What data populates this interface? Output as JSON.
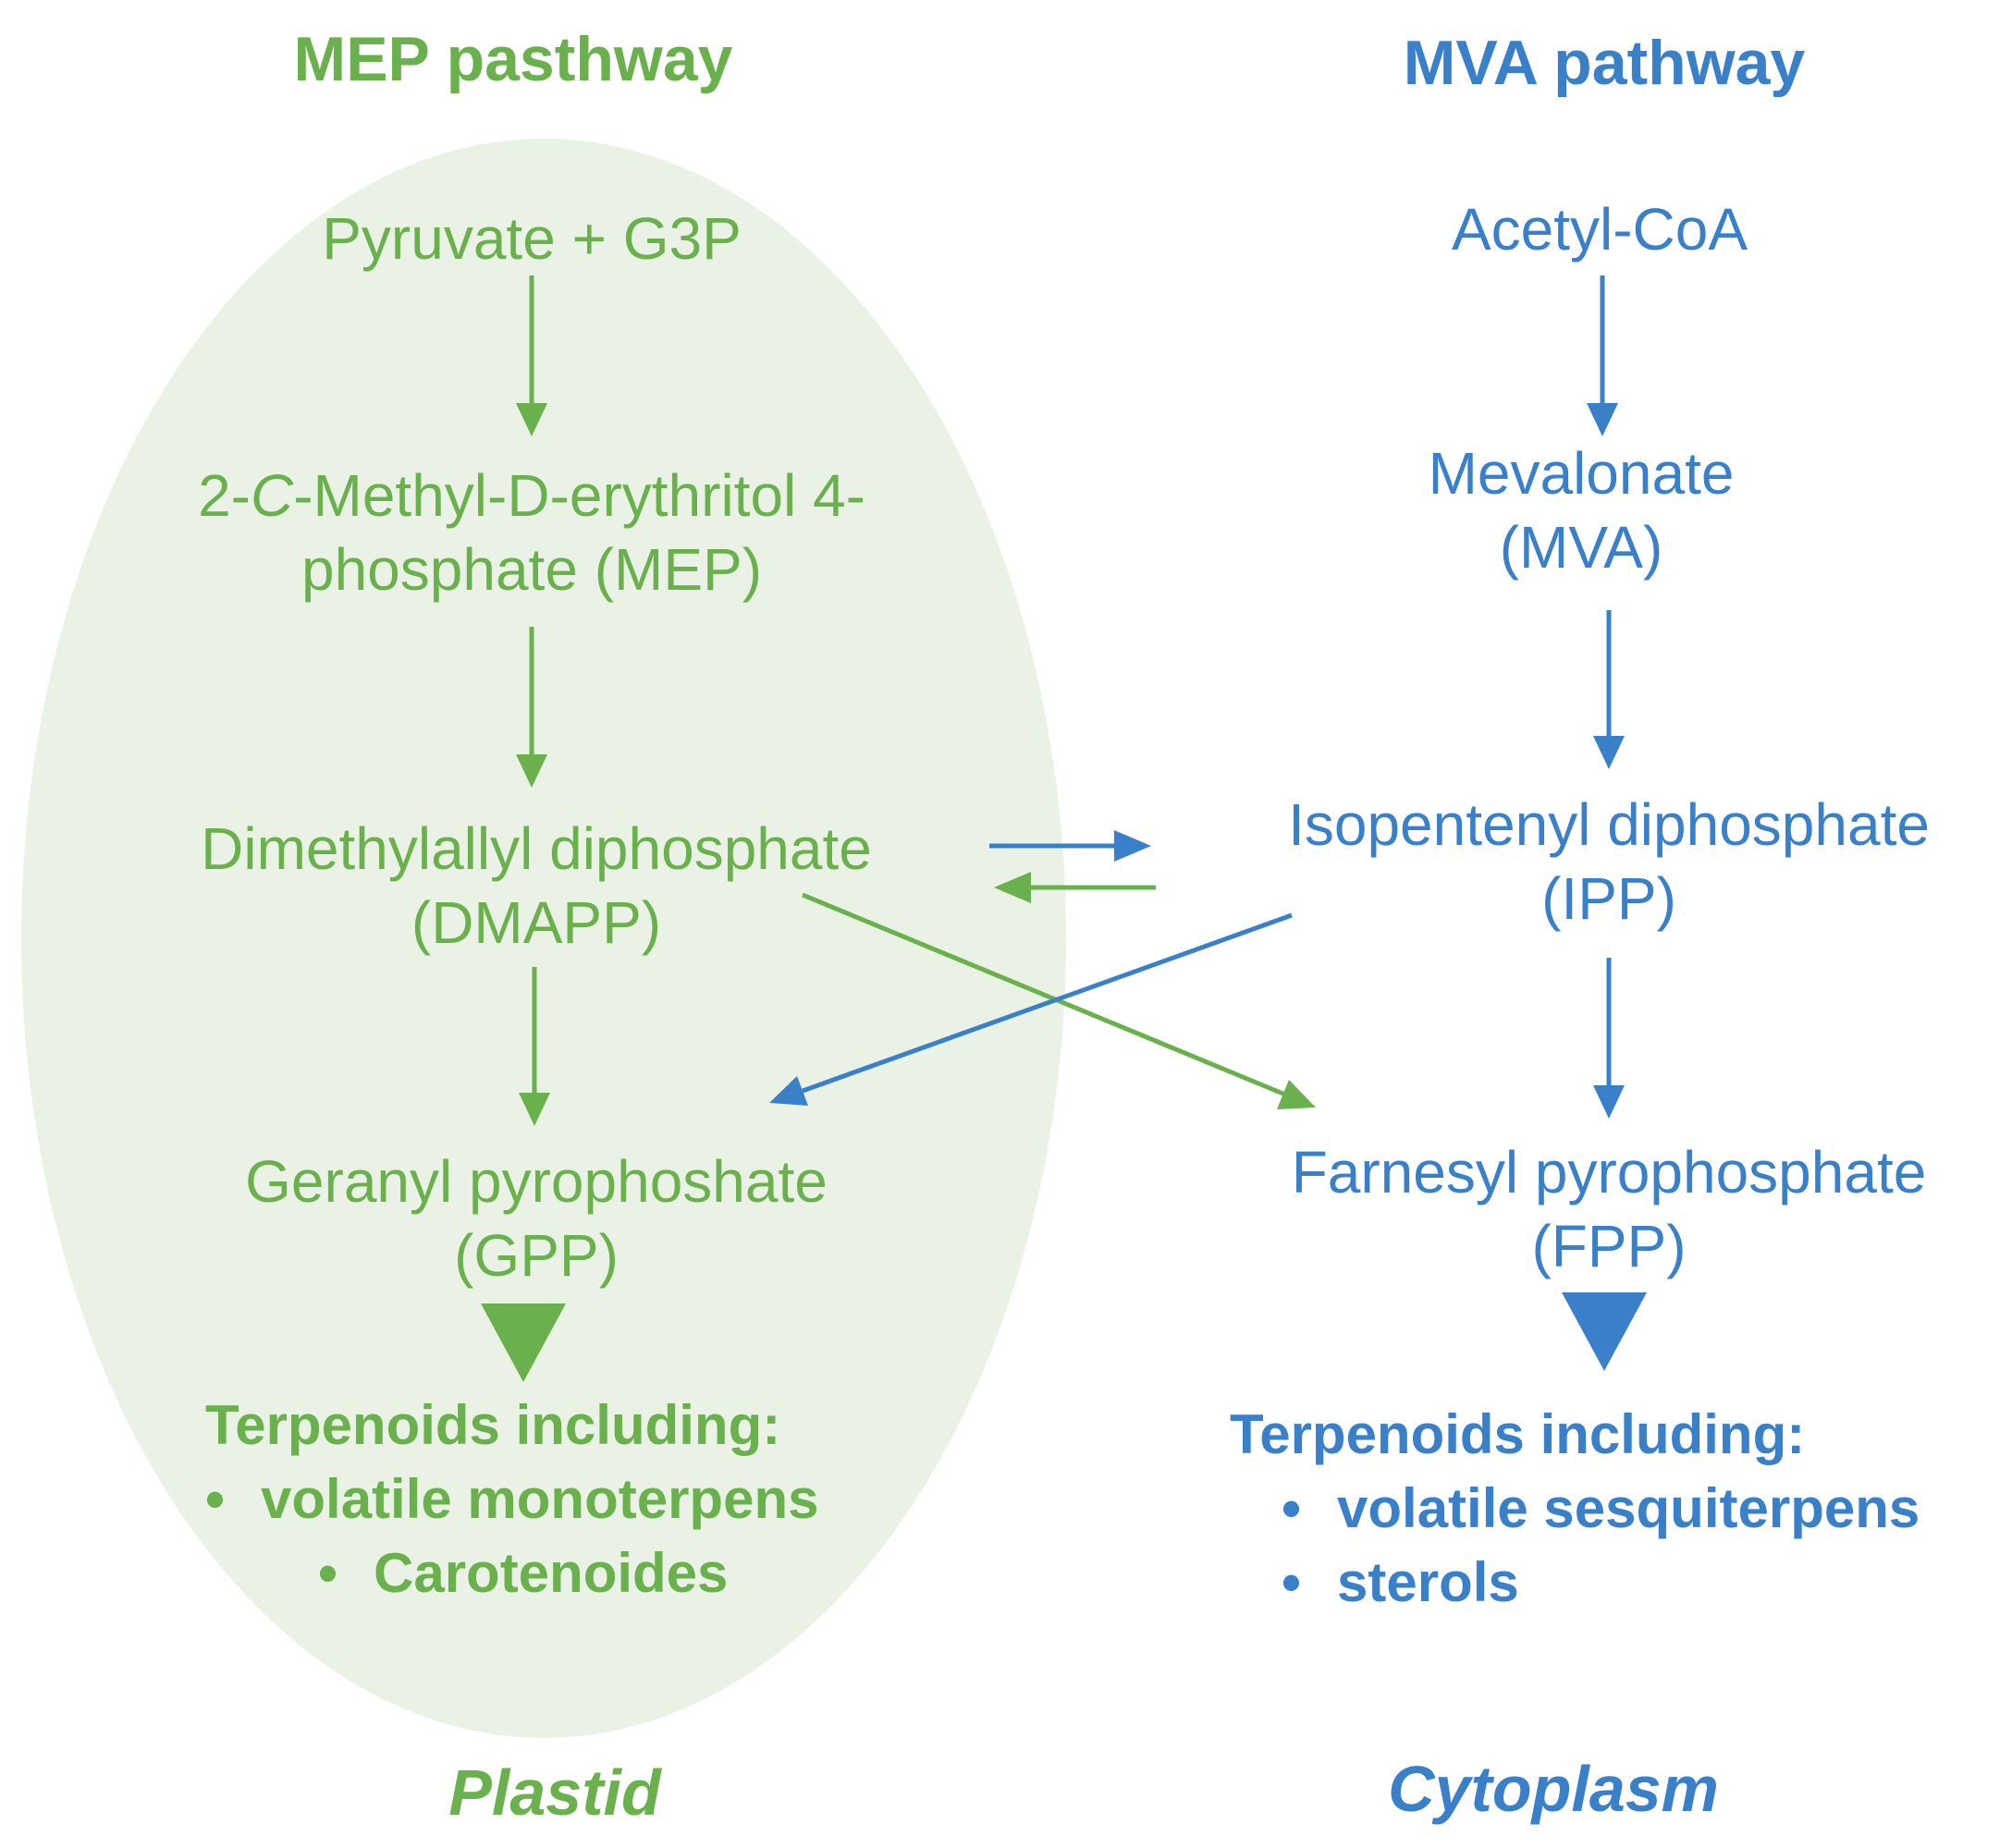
{
  "mep": {
    "title": "MEP pasthway",
    "color": "#6ab04c",
    "nodes": {
      "start": "Pyruvate + G3P",
      "mep_line1_pre": "2-",
      "mep_line1_italic": "C",
      "mep_line1_post": "-Methyl-D-erythritol 4-",
      "mep_line2": "phosphate (MEP)",
      "dmapp_line1": "Dimethylallyl diphosphate",
      "dmapp_line2": "(DMAPP)",
      "gpp_line1": "Geranyl pyrophoshate",
      "gpp_line2": "(GPP)"
    },
    "products": {
      "heading": "Terpenoids including:",
      "items": [
        "volatile monoterpens",
        "Carotenoides"
      ]
    },
    "location": "Plastid"
  },
  "mva": {
    "title": "MVA pathway",
    "color": "#3a80c8",
    "nodes": {
      "start": "Acetyl-CoA",
      "mva_line1": "Mevalonate",
      "mva_line2": "(MVA)",
      "ipp_line1": "Isopentenyl diphosphate",
      "ipp_line2": "(IPP)",
      "fpp_line1": "Farnesyl pyrophosphate",
      "fpp_line2": "(FPP)"
    },
    "products": {
      "heading": "Terpenoids including:",
      "items": [
        "volatile sesquiterpens",
        "sterols"
      ]
    },
    "location": "Cytoplasm"
  },
  "colors": {
    "plastid_fill": "#eaf2e6",
    "bullet": "•"
  }
}
